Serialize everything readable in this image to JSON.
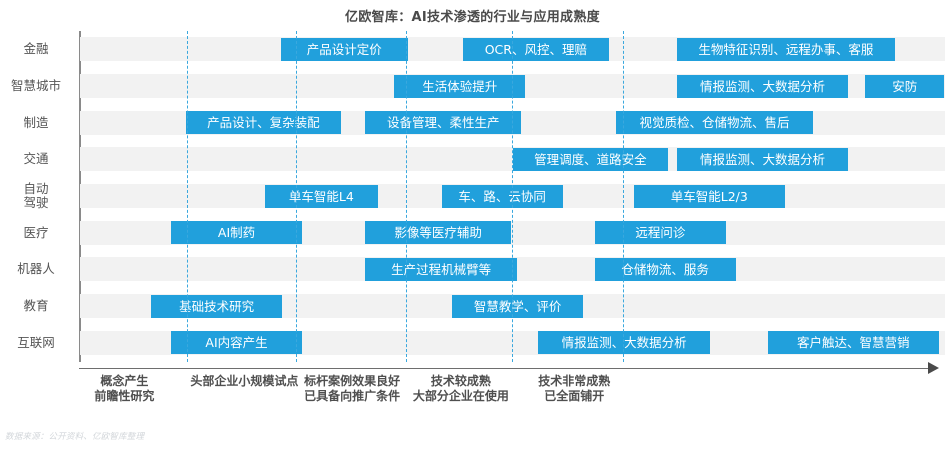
{
  "title": "亿欧智库：AI技术渗透的行业与应用成熟度",
  "source_note": "数据来源：公开资料、亿欧智库整理",
  "colors": {
    "bar": "#21a0dc",
    "band": "#f2f2f2",
    "divider": "#3aa8de",
    "axis": "#6e6e6e",
    "text": "#555555"
  },
  "chart_data": {
    "type": "bar",
    "title": "亿欧智库：AI技术渗透的行业与应用成熟度",
    "xlabel": "",
    "ylabel": "",
    "grid": false,
    "legend": "none",
    "stages": [
      "概念产生\n前瞻性研究",
      "头部企业小规模试点",
      "标杆案例效果良好\n已具备向推广条件",
      "技术较成熟\n大部分企业在使用",
      "技术非常成熟\n已全面铺开"
    ],
    "stage_labels": [
      {
        "line1": "概念产生",
        "line2": "前瞻性研究"
      },
      {
        "line1": "头部企业小规模试点",
        "line2": ""
      },
      {
        "line1": "标杆案例效果良好",
        "line2": "已具备向推广条件"
      },
      {
        "line1": "技术较成熟",
        "line2": "大部分企业在使用"
      },
      {
        "line1": "技术非常成熟",
        "line2": "已全面铺开"
      }
    ],
    "categories": [
      "金融",
      "智慧城市",
      "制造",
      "交通",
      "自动驾驶",
      "医疗",
      "机器人",
      "教育",
      "互联网"
    ],
    "rows": [
      {
        "industry": "金融",
        "label_lines": [
          "金融"
        ],
        "items": [
          {
            "text": "产品设计定价",
            "start": 0.232,
            "width": 0.147
          },
          {
            "text": "OCR、风控、理赔",
            "start": 0.443,
            "width": 0.168
          },
          {
            "text": "生物特征识别、远程办事、客服",
            "start": 0.69,
            "width": 0.252
          }
        ]
      },
      {
        "industry": "智慧城市",
        "label_lines": [
          "智慧城市"
        ],
        "items": [
          {
            "text": "生活体验提升",
            "start": 0.363,
            "width": 0.152
          },
          {
            "text": "情报监测、大数据分析",
            "start": 0.69,
            "width": 0.198
          },
          {
            "text": "安防",
            "start": 0.908,
            "width": 0.091
          }
        ]
      },
      {
        "industry": "制造",
        "label_lines": [
          "制造"
        ],
        "items": [
          {
            "text": "产品设计、复杂装配",
            "start": 0.122,
            "width": 0.18
          },
          {
            "text": "设备管理、柔性生产",
            "start": 0.33,
            "width": 0.18
          },
          {
            "text": "视觉质检、仓储物流、售后",
            "start": 0.62,
            "width": 0.227
          }
        ]
      },
      {
        "industry": "交通",
        "label_lines": [
          "交通"
        ],
        "items": [
          {
            "text": "管理调度、道路安全",
            "start": 0.5,
            "width": 0.18
          },
          {
            "text": "情报监测、大数据分析",
            "start": 0.69,
            "width": 0.198
          }
        ]
      },
      {
        "industry": "自动驾驶",
        "label_lines": [
          "自动",
          "驾驶"
        ],
        "items": [
          {
            "text": "单车智能L4",
            "start": 0.214,
            "width": 0.13
          },
          {
            "text": "车、路、云协同",
            "start": 0.418,
            "width": 0.14
          },
          {
            "text": "单车智能L2/3",
            "start": 0.64,
            "width": 0.175
          }
        ]
      },
      {
        "industry": "医疗",
        "label_lines": [
          "医疗"
        ],
        "items": [
          {
            "text": "AI制药",
            "start": 0.105,
            "width": 0.152
          },
          {
            "text": "影像等医疗辅助",
            "start": 0.33,
            "width": 0.168
          },
          {
            "text": "远程问诊",
            "start": 0.595,
            "width": 0.152
          }
        ]
      },
      {
        "industry": "机器人",
        "label_lines": [
          "机器人"
        ],
        "items": [
          {
            "text": "生产过程机械臂等",
            "start": 0.33,
            "width": 0.175
          },
          {
            "text": "仓储物流、服务",
            "start": 0.595,
            "width": 0.163
          }
        ]
      },
      {
        "industry": "教育",
        "label_lines": [
          "教育"
        ],
        "items": [
          {
            "text": "基础技术研究",
            "start": 0.082,
            "width": 0.152
          },
          {
            "text": "智慧教学、评价",
            "start": 0.43,
            "width": 0.152
          }
        ]
      },
      {
        "industry": "互联网",
        "label_lines": [
          "互联网"
        ],
        "items": [
          {
            "text": "AI内容产生",
            "start": 0.105,
            "width": 0.152
          },
          {
            "text": "情报监测、大数据分析",
            "start": 0.53,
            "width": 0.198
          },
          {
            "text": "客户触达、智慧营销",
            "start": 0.795,
            "width": 0.198
          }
        ]
      }
    ],
    "dividers": [
      0.1135,
      0.2285,
      0.3445,
      0.4575,
      0.5745
    ],
    "stage_centers": [
      0.047,
      0.174,
      0.288,
      0.403,
      0.523
    ]
  }
}
